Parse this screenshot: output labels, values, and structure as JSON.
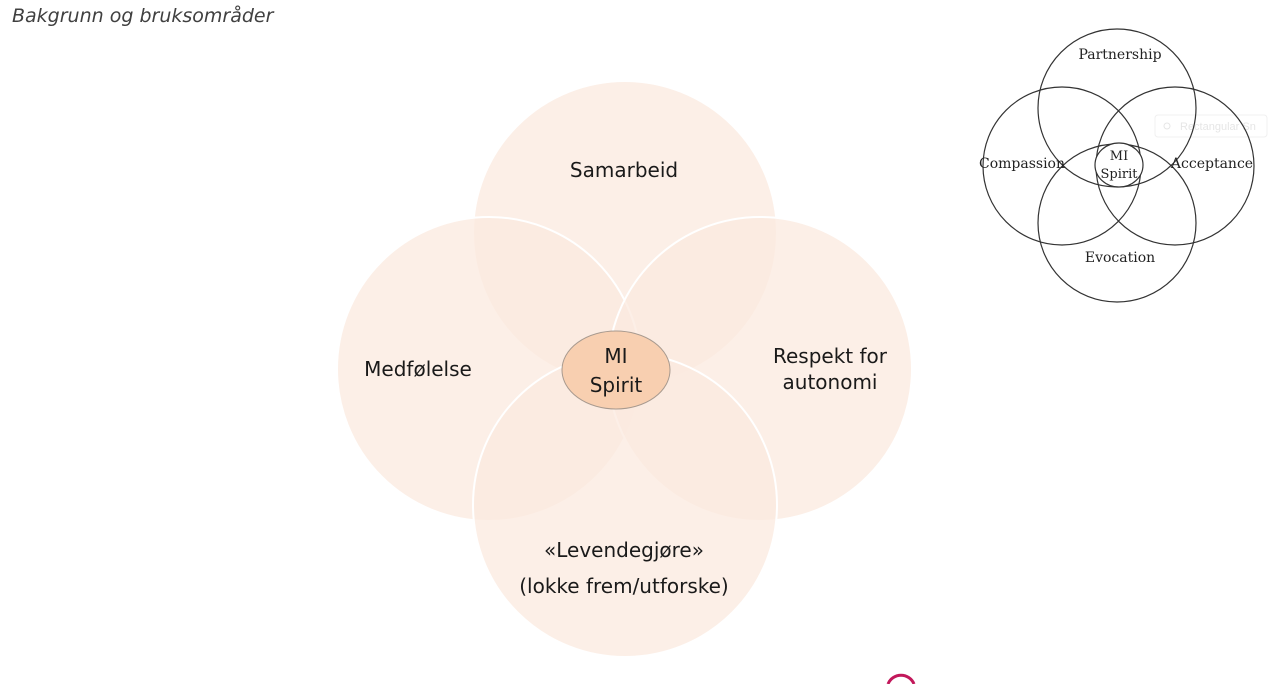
{
  "slide": {
    "title": "Bakgrunn og bruksområder"
  },
  "main_diagram": {
    "top_label": "Samarbeid",
    "left_label": "Medfølelse",
    "right_label_line1": "Respekt for",
    "right_label_line2": "autonomi",
    "bottom_label_line1": "«Levendegjøre»",
    "bottom_label_line2": "(lokke frem/utforske)",
    "center_line1": "MI",
    "center_line2": "Spirit",
    "circle_fill": "#fbeadf",
    "center_fill": "#f8cfb0"
  },
  "reference_diagram": {
    "top_label": "Partnership",
    "left_label": "Compassion",
    "right_label": "Acceptance",
    "bottom_label": "Evocation",
    "center_line1": "MI",
    "center_line2": "Spirit",
    "ghost_text": "Rectangular Sn"
  }
}
